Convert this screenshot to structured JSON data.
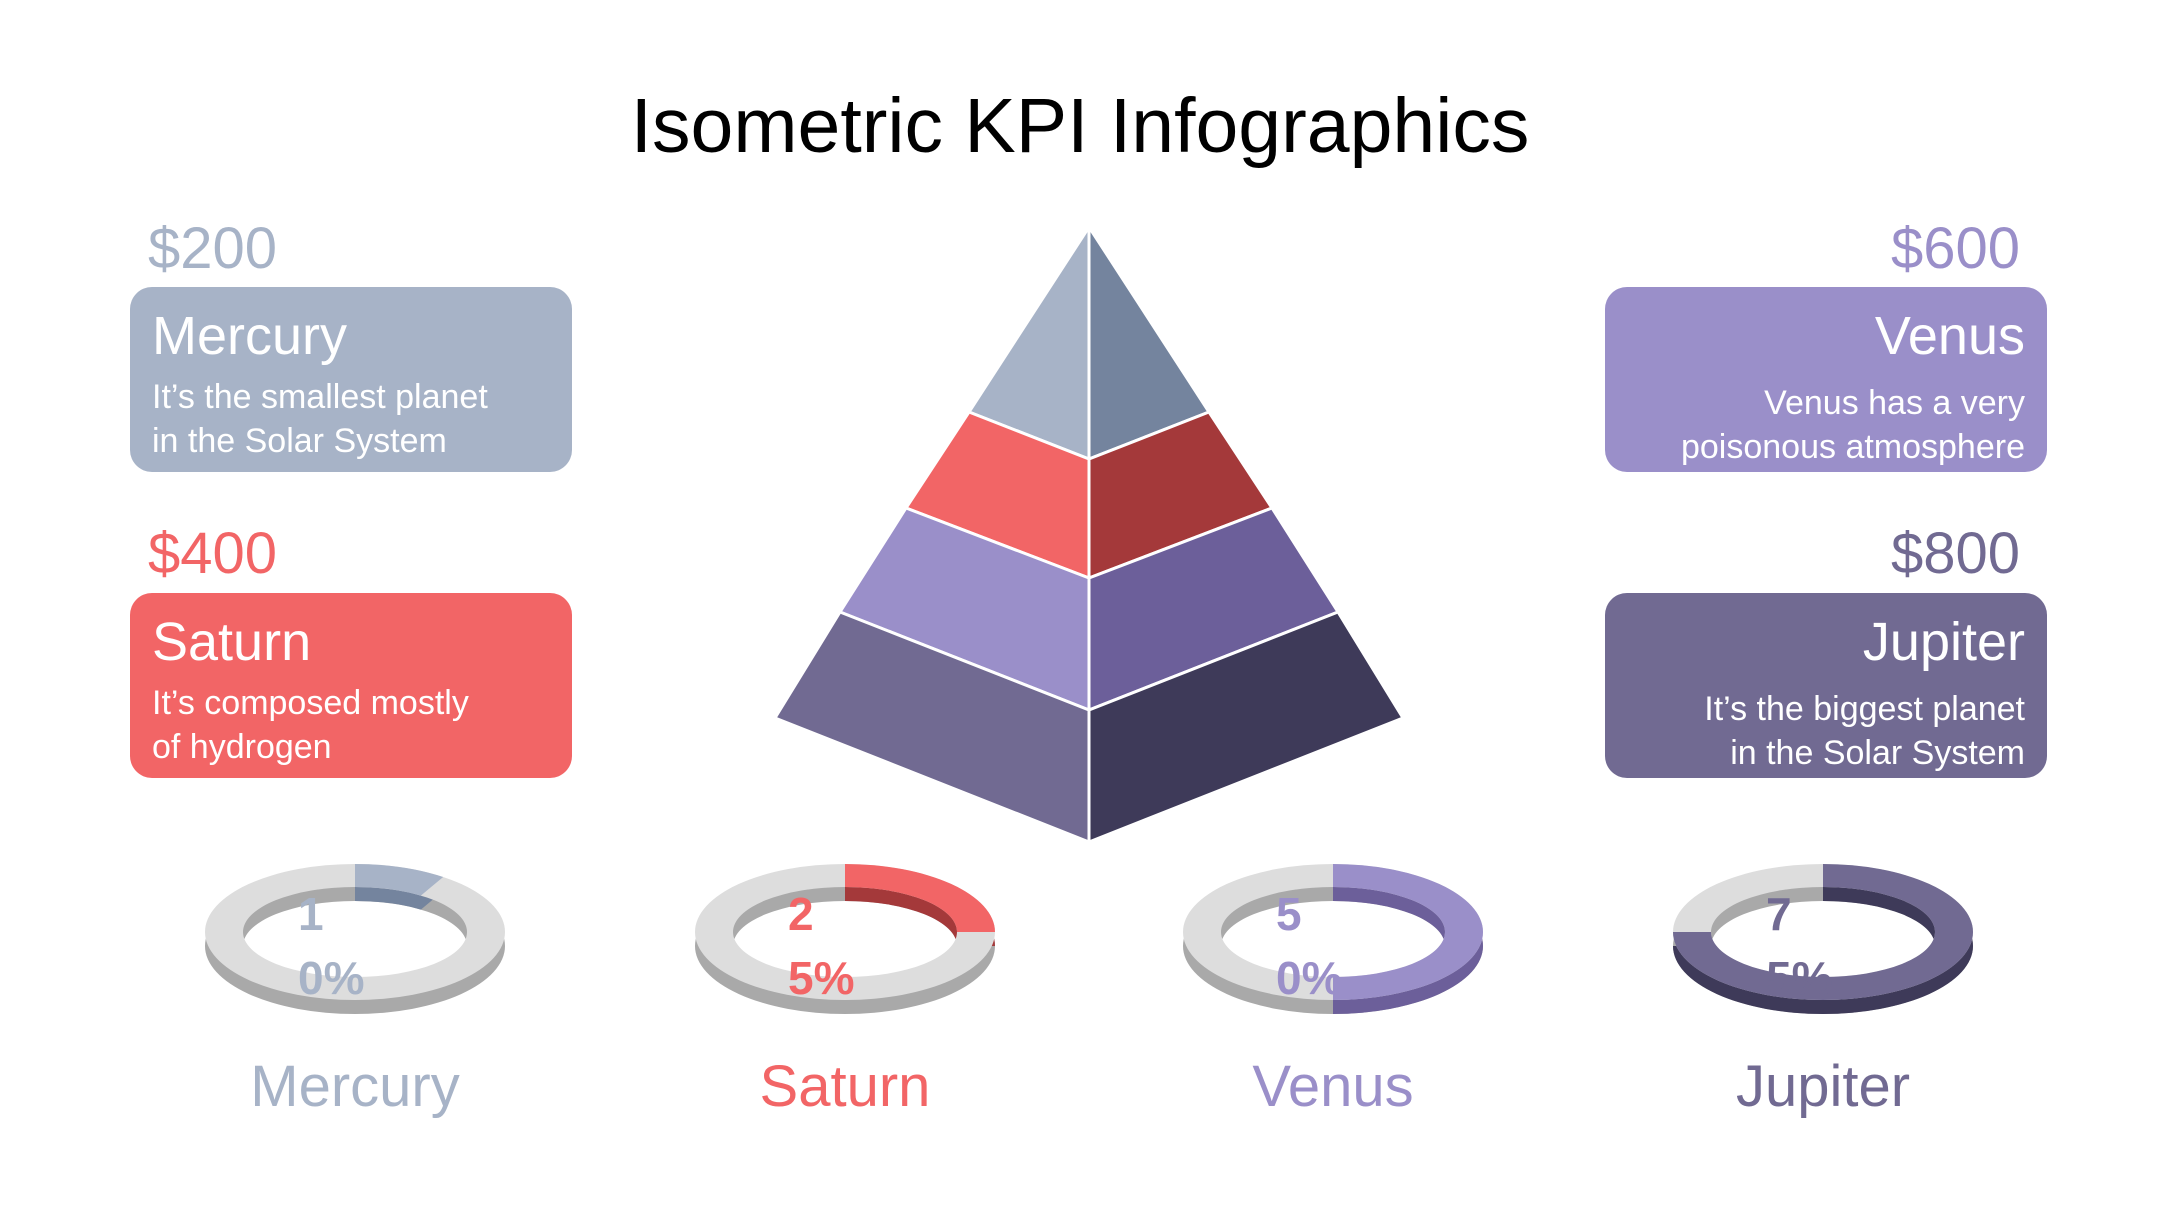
{
  "title": "Isometric KPI Infographics",
  "colors": {
    "mercury": "#a7b3c7",
    "mercury_dark": "#74849e",
    "saturn": "#f26566",
    "saturn_dark": "#a4393a",
    "venus": "#9a8fc9",
    "venus_dark": "#6c5f9a",
    "jupiter": "#716a92",
    "jupiter_dark": "#3e3a59",
    "ring_track": "#dddddd",
    "ring_track_side": "#a9a9a9"
  },
  "cards": [
    {
      "price": "$200",
      "name": "Mercury",
      "desc_line1": "It’s the smallest planet",
      "desc_line2": "in the Solar System"
    },
    {
      "price": "$400",
      "name": "Saturn",
      "desc_line1": "It’s composed mostly",
      "desc_line2": "of hydrogen"
    },
    {
      "price": "$600",
      "name": "Venus",
      "desc_line1": "Venus has a very",
      "desc_line2": "poisonous atmosphere"
    },
    {
      "price": "$800",
      "name": "Jupiter",
      "desc_line1": "It’s the biggest planet",
      "desc_line2": "in the Solar System"
    }
  ],
  "kpis": [
    {
      "name": "Mercury",
      "percent_text": "10%",
      "value": 0.1
    },
    {
      "name": "Saturn",
      "percent_text": "25%",
      "value": 0.25
    },
    {
      "name": "Venus",
      "percent_text": "50%",
      "value": 0.5
    },
    {
      "name": "Jupiter",
      "percent_text": "75%",
      "value": 0.75
    }
  ]
}
